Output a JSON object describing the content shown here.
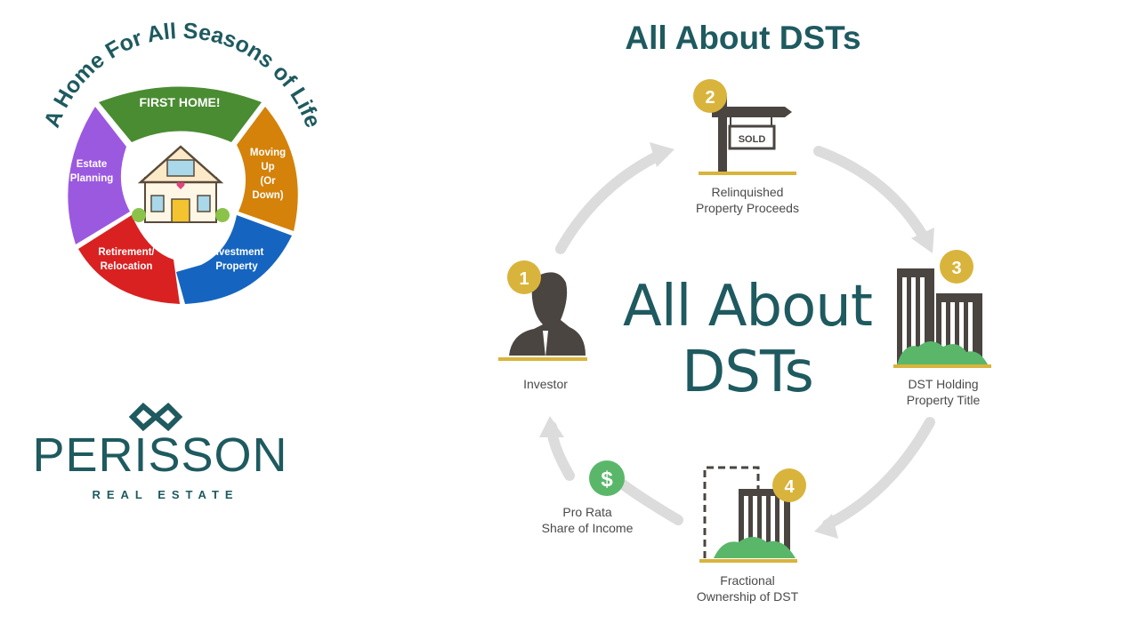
{
  "page": {
    "title": "All About DSTs"
  },
  "seasons_wheel": {
    "arc_title": "A Home For All Seasons of Life",
    "segments": [
      {
        "label": "FIRST HOME!",
        "color": "#4a8c32"
      },
      {
        "label": "Moving Up (Or Down)",
        "color": "#d4820a"
      },
      {
        "label": "Investment Property",
        "color": "#1565c0"
      },
      {
        "label": "Retirement/ Relocation",
        "color": "#d92121"
      },
      {
        "label": "Estate Planning",
        "color": "#9b59e0"
      }
    ],
    "title_color": "#1e5a5f"
  },
  "logo": {
    "name": "PERISSON",
    "subtitle": "REAL ESTATE",
    "color": "#1e5a5f"
  },
  "dst_cycle": {
    "center_title_line1": "All About",
    "center_title_line2": "DSTs",
    "badge_color": "#d9b43c",
    "arrow_color": "#dcdcdc",
    "icon_color": "#4a4541",
    "green_color": "#5ab76a",
    "steps": [
      {
        "number": "1",
        "label_line1": "Investor",
        "label_line2": "",
        "icon": "investor-silhouette-icon"
      },
      {
        "number": "2",
        "label_line1": "Relinquished",
        "label_line2": "Property Proceeds",
        "icon": "sold-sign-icon",
        "sign_text": "SOLD"
      },
      {
        "number": "3",
        "label_line1": "DST Holding",
        "label_line2": "Property Title",
        "icon": "buildings-icon"
      },
      {
        "number": "4",
        "label_line1": "Fractional",
        "label_line2": "Ownership of DST",
        "icon": "fractional-building-icon"
      }
    ],
    "income": {
      "symbol": "$",
      "label_line1": "Pro Rata",
      "label_line2": "Share of Income",
      "icon": "dollar-coin-icon"
    }
  }
}
